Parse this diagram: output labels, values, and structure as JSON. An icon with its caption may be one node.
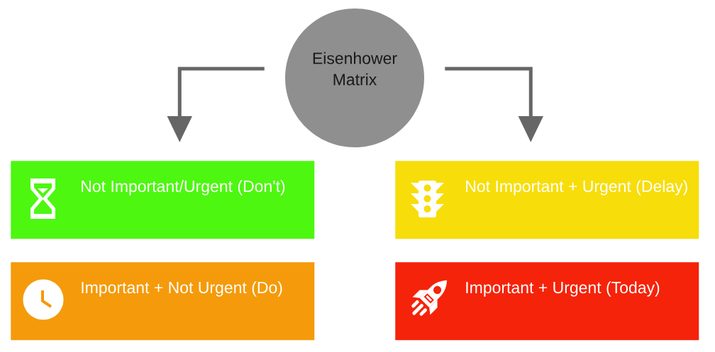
{
  "diagram": {
    "nodes": [
      {
        "text": [
          "Eisenhower Matrix"
        ]
      },
      {
        "text": [
          "Not Important/Urgent (Don't)"
        ]
      },
      {
        "text": [
          "Not Important + Urgent (Delay)"
        ]
      },
      {
        "text": [
          "Important + Not Urgent (Do)"
        ]
      },
      {
        "text": [
          "Important + Urgent (Today)"
        ]
      }
    ],
    "edges": [
      {
        "from": 0,
        "to": 1,
        "arrow": "to"
      },
      {
        "from": 0,
        "to": 2,
        "arrow": "to"
      }
    ]
  }
}
